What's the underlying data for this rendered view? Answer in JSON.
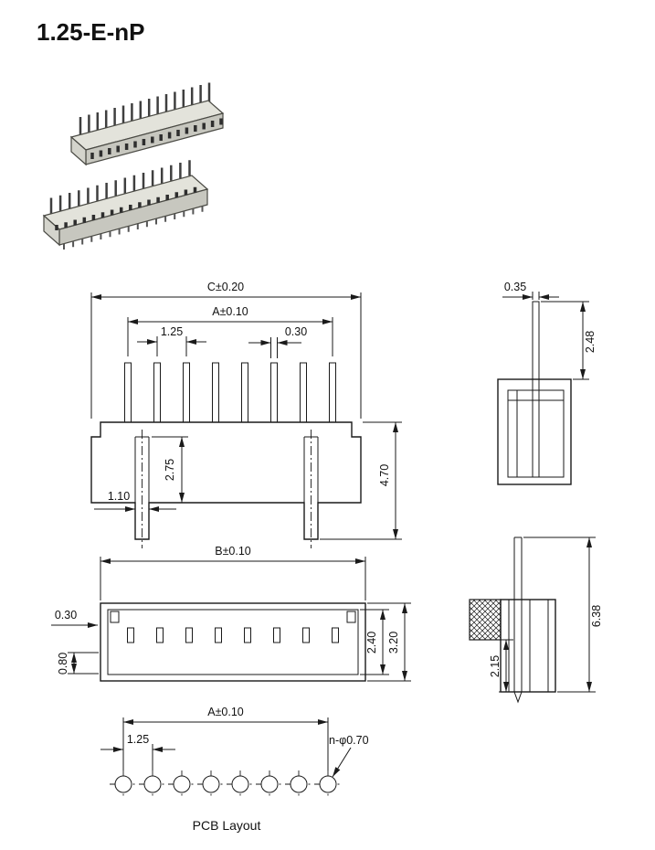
{
  "title": "1.25-E-nP",
  "colors": {
    "line": "#1a1a1a",
    "background": "#ffffff",
    "body_top": "#e3e3db",
    "body_front": "#c7c7bf",
    "pin_dark": "#3f3f3f"
  },
  "front_view": {
    "dim_total_width": "C±0.20",
    "dim_pin_span": "A±0.10",
    "dim_pitch": "1.25",
    "dim_pin_width": "0.30",
    "dim_post_height": "2.75",
    "dim_post_width": "1.10",
    "dim_total_height": "4.70"
  },
  "side_view": {
    "dim_pin_thickness": "0.35",
    "dim_pin_height": "2.48"
  },
  "bottom_view": {
    "dim_body_width": "B±0.10",
    "dim_wall": "0.30",
    "dim_offset": "0.80",
    "dim_inner_depth": "2.40",
    "dim_outer_depth": "3.20"
  },
  "section_view": {
    "dim_total_height": "6.38",
    "dim_tail_length": "2.15"
  },
  "pcb_layout": {
    "dim_hole_span": "A±0.10",
    "dim_hole_pitch": "1.25",
    "dim_hole_dia": "n-φ0.70",
    "caption": "PCB Layout"
  }
}
